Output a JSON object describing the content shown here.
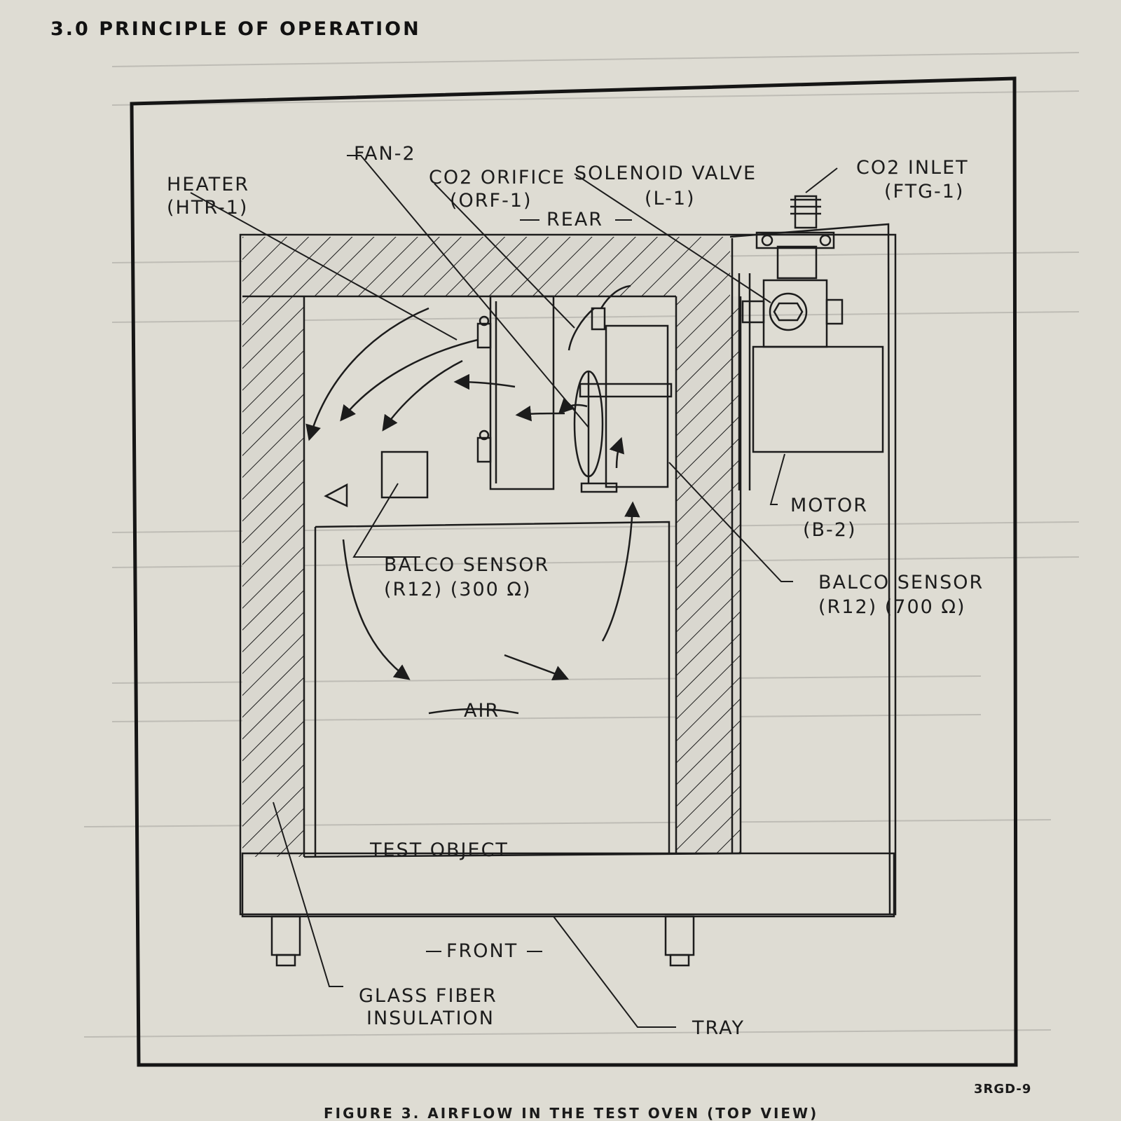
{
  "header": {
    "section": "3.0 PRINCIPLE OF OPERATION"
  },
  "labels": {
    "fan": "FAN-2",
    "heater": "HEATER",
    "heater_ref": "(HTR-1)",
    "orifice": "CO2 ORIFICE",
    "orifice_ref": "(ORF-1)",
    "solenoid": "SOLENOID VALVE",
    "solenoid_ref": "(L-1)",
    "inlet": "CO2 INLET",
    "inlet_ref": "(FTG-1)",
    "rear": "REAR",
    "motor": "MOTOR",
    "motor_ref": "(B-2)",
    "balco_left": "BALCO SENSOR",
    "balco_left_ref": "(R12) (300 Ω)",
    "balco_right": "BALCO SENSOR",
    "balco_right_ref": "(R12) (700 Ω)",
    "air": "AIR",
    "test_object": "TEST OBJECT",
    "front": "FRONT",
    "insulation_1": "GLASS FIBER",
    "insulation_2": "INSULATION",
    "tray": "TRAY"
  },
  "figure": {
    "code": "3RGD-9",
    "caption": "FIGURE 3. AIRFLOW IN THE TEST OVEN (TOP VIEW)"
  }
}
